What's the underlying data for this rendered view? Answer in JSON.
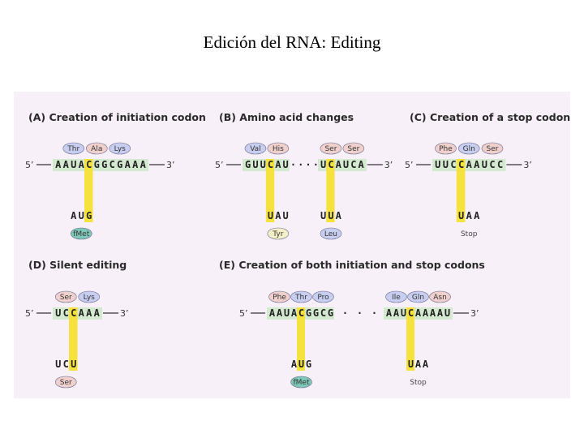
{
  "slide_title": "Edición del RNA: Editing",
  "colors": {
    "background": "#f8f0f8",
    "sequence_band": "#d4ead0",
    "edit_bar": "#f5e23c",
    "edit_base_red": "#e02020",
    "aa_blue": "#c8cef0",
    "aa_pink": "#f0d0cc",
    "aa_yellow": "#f4f0c8",
    "aa_green": "#7fc8b8",
    "aa_outline": "#6b6b90"
  },
  "panels": [
    {
      "id": "A",
      "title": "(A)  Creation of initiation codon",
      "five_prime": "5’",
      "three_prime": "3’",
      "sequence": [
        "A",
        "A",
        "U",
        "A",
        "C",
        "G",
        "G",
        "C",
        "G",
        "A",
        "A",
        "A"
      ],
      "edited_index": 4,
      "amino_acids_above": [
        {
          "label": "Thr",
          "color": "aa_blue",
          "start": 1
        },
        {
          "label": "Ala",
          "color": "aa_pink",
          "start": 4
        },
        {
          "label": "Lys",
          "color": "aa_blue",
          "start": 7
        }
      ],
      "codons_below": [
        {
          "codon": [
            "A",
            "U",
            "G"
          ],
          "start": 2,
          "red": [],
          "label": "fMet",
          "label_type": "oval",
          "color": "aa_green"
        }
      ]
    },
    {
      "id": "B",
      "title": "(B)  Amino acid changes",
      "five_prime": "5’",
      "three_prime": "3’",
      "sequence": [
        "G",
        "U",
        "U",
        "C",
        "A",
        "U",
        "·",
        "·",
        "·",
        "·",
        "U",
        "C",
        "A",
        "U",
        "C",
        "A"
      ],
      "band_gap": [
        6,
        9
      ],
      "edited_indices": [
        3,
        11
      ],
      "amino_acids_above": [
        {
          "label": "Val",
          "color": "aa_blue",
          "start": 0
        },
        {
          "label": "His",
          "color": "aa_pink",
          "start": 3
        },
        {
          "label": "Ser",
          "color": "aa_pink",
          "start": 10
        },
        {
          "label": "Ser",
          "color": "aa_pink",
          "start": 13
        }
      ],
      "codons_below": [
        {
          "codon": [
            "U",
            "A",
            "U"
          ],
          "start": 3,
          "red": [],
          "label": "Tyr",
          "label_type": "oval",
          "color": "aa_yellow"
        },
        {
          "codon": [
            "U",
            "U",
            "A"
          ],
          "start": 10,
          "red": [],
          "label": "Leu",
          "label_type": "oval",
          "color": "aa_blue"
        }
      ]
    },
    {
      "id": "C",
      "title": "(C)  Creation of a stop codon",
      "five_prime": "5’",
      "three_prime": "3’",
      "sequence": [
        "U",
        "U",
        "C",
        "C",
        "A",
        "A",
        "U",
        "C",
        "C"
      ],
      "edited_index": 3,
      "amino_acids_above": [
        {
          "label": "Phe",
          "color": "aa_pink",
          "start": 0
        },
        {
          "label": "Gln",
          "color": "aa_blue",
          "start": 3
        },
        {
          "label": "Ser",
          "color": "aa_pink",
          "start": 6
        }
      ],
      "codons_below": [
        {
          "codon": [
            "U",
            "A",
            "A"
          ],
          "start": 3,
          "red": [],
          "label": "Stop",
          "label_type": "text"
        }
      ]
    },
    {
      "id": "D",
      "title": "(D)  Silent editing",
      "five_prime": "5’",
      "three_prime": "3’",
      "sequence": [
        "U",
        "C",
        "C",
        "A",
        "A",
        "A"
      ],
      "edited_index": 2,
      "amino_acids_above": [
        {
          "label": "Ser",
          "color": "aa_pink",
          "start": 0
        },
        {
          "label": "Lys",
          "color": "aa_blue",
          "start": 3
        }
      ],
      "codons_below": [
        {
          "codon": [
            "U",
            "C",
            "U"
          ],
          "start": 0,
          "red": [
            2
          ],
          "label": "Ser",
          "label_type": "oval",
          "color": "aa_pink"
        }
      ]
    },
    {
      "id": "E",
      "title": "(E)  Creation of both initiation and stop codons",
      "five_prime": "5’",
      "three_prime": "3’",
      "sequence": [
        "A",
        "A",
        "U",
        "A",
        "C",
        "G",
        "G",
        "C",
        "G",
        " ",
        "·",
        " ",
        "·",
        " ",
        "·",
        " ",
        "A",
        "A",
        "U",
        "C",
        "A",
        "A",
        "A",
        "A",
        "U"
      ],
      "band_gap": [
        9,
        15
      ],
      "edited_indices": [
        4,
        19
      ],
      "amino_acids_above": [
        {
          "label": "Phe",
          "color": "aa_pink",
          "start": 0
        },
        {
          "label": "Thr",
          "color": "aa_blue",
          "start": 3
        },
        {
          "label": "Pro",
          "color": "aa_blue",
          "start": 6
        },
        {
          "label": "Ile",
          "color": "aa_blue",
          "start": 16
        },
        {
          "label": "Gln",
          "color": "aa_blue",
          "start": 19
        },
        {
          "label": "Asn",
          "color": "aa_pink",
          "start": 22
        }
      ],
      "codons_below": [
        {
          "codon": [
            "A",
            "U",
            "G"
          ],
          "start": 3,
          "red": [],
          "label": "fMet",
          "label_type": "oval",
          "color": "aa_green"
        },
        {
          "codon": [
            "U",
            "A",
            "A"
          ],
          "start": 19,
          "red": [],
          "label": "Stop",
          "label_type": "text"
        }
      ]
    }
  ]
}
